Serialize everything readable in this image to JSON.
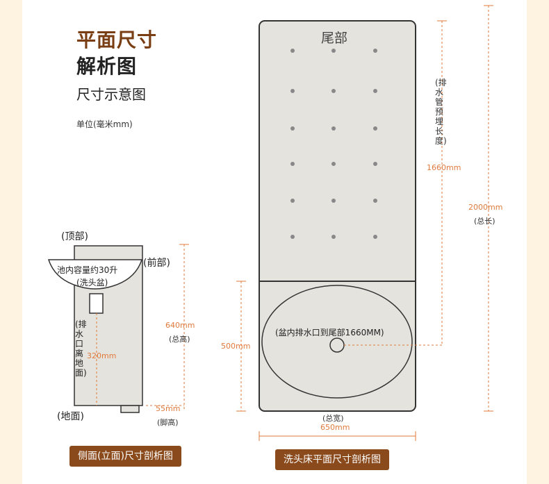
{
  "title": {
    "line1": "平面尺寸",
    "line2": "解析图",
    "subtitle": "尺寸示意图",
    "unit": "单位(毫米mm)"
  },
  "side_view": {
    "top_label": "(顶部)",
    "front_label": "(前部)",
    "ground_label": "(地面)",
    "basin_label_line1": "池内容量约30升",
    "basin_label_line2": "(洗头盆)",
    "drain_vertical_label": "(排水口离地面)",
    "drain_height": "320mm",
    "total_height_value": "640mm",
    "total_height_label": "(总高)",
    "foot_height_value": "55mm",
    "foot_height_label": "(脚高)",
    "caption": "侧面(立面)尺寸剖析图"
  },
  "plan_view": {
    "tail_label": "尾部",
    "drain_pipe_label": "(排水管预埋长度)",
    "drain_pipe_value": "1660mm",
    "total_length_value": "2000mm",
    "total_length_label": "(总长)",
    "basin_section_value": "500mm",
    "basin_note": "(盆内排水口到尾部1660MM)",
    "total_width_label": "(总宽)",
    "total_width_value": "650mm",
    "caption": "洗头床平面尺寸剖析图"
  },
  "colors": {
    "accent": "#8a4a1c",
    "dimension": "#e07a3c",
    "body_fill": "#e4e3dd",
    "outline": "#333333",
    "page_bg": "#fdf3e0"
  }
}
